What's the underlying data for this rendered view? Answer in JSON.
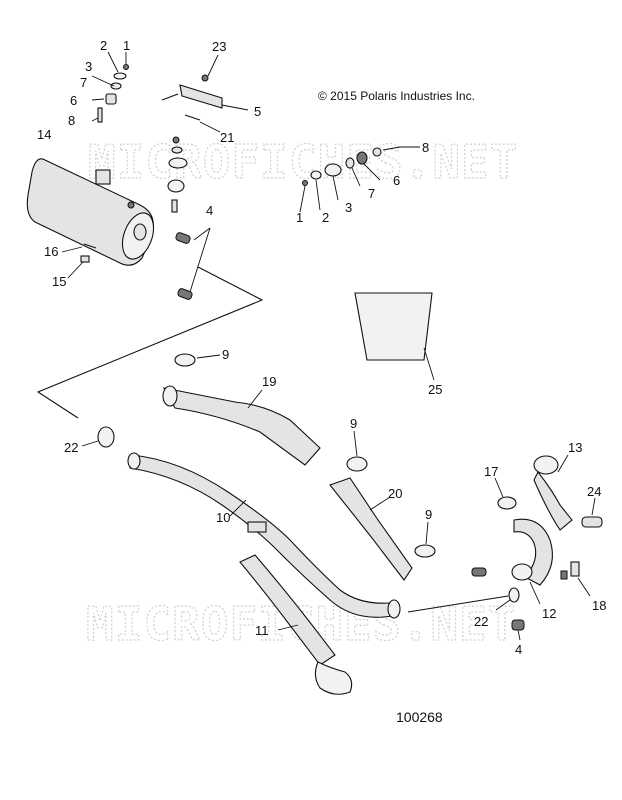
{
  "copyright": "© 2015 Polaris Industries Inc.",
  "watermark": "MICROFICHES.NET",
  "figure_number": "100268",
  "callouts": {
    "c1a": "1",
    "c2a": "2",
    "c3a": "3",
    "c7a": "7",
    "c6a": "6",
    "c8a": "8",
    "c23": "23",
    "c5": "5",
    "c21": "21",
    "c14": "14",
    "c4a": "4",
    "c16": "16",
    "c15": "15",
    "c8b": "8",
    "c6b": "6",
    "c7b": "7",
    "c3b": "3",
    "c2b": "2",
    "c1b": "1",
    "c25": "25",
    "c9a": "9",
    "c19": "19",
    "c22a": "22",
    "c9b": "9",
    "c10": "10",
    "c20": "20",
    "c9c": "9",
    "c17": "17",
    "c13": "13",
    "c24": "24",
    "c11": "11",
    "c22b": "22",
    "c12": "12",
    "c18": "18",
    "c4b": "4"
  }
}
